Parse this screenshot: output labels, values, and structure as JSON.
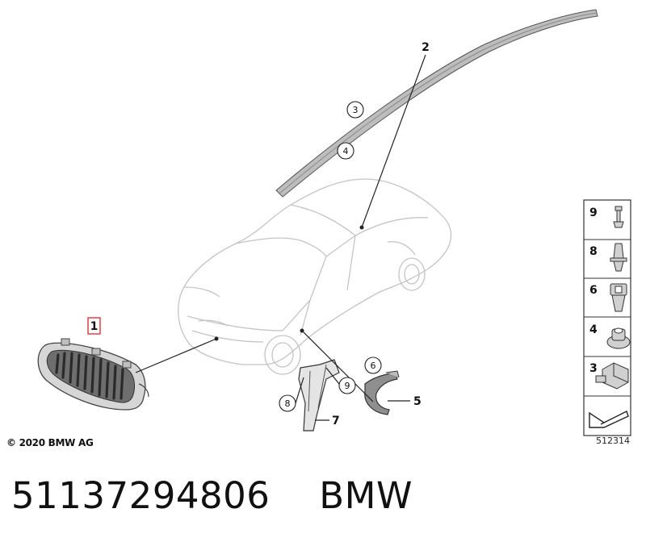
{
  "diagram": {
    "callouts": {
      "c1": "1",
      "c2": "2",
      "c3": "3",
      "c4": "4",
      "c5": "5",
      "c6": "6",
      "c7": "7",
      "c8": "8",
      "c9": "9"
    },
    "legend": [
      {
        "label": "9",
        "icon": "rivet-icon"
      },
      {
        "label": "8",
        "icon": "push-clip-icon"
      },
      {
        "label": "6",
        "icon": "expanding-nut-icon"
      },
      {
        "label": "4",
        "icon": "grommet-nut-icon"
      },
      {
        "label": "3",
        "icon": "clip-bracket-icon"
      }
    ],
    "copyright": "© 2020 BMW AG",
    "image_number": "512314",
    "highlight_color": "#d9262c"
  },
  "footer": {
    "part_number": "51137294806",
    "brand": "BMW"
  }
}
